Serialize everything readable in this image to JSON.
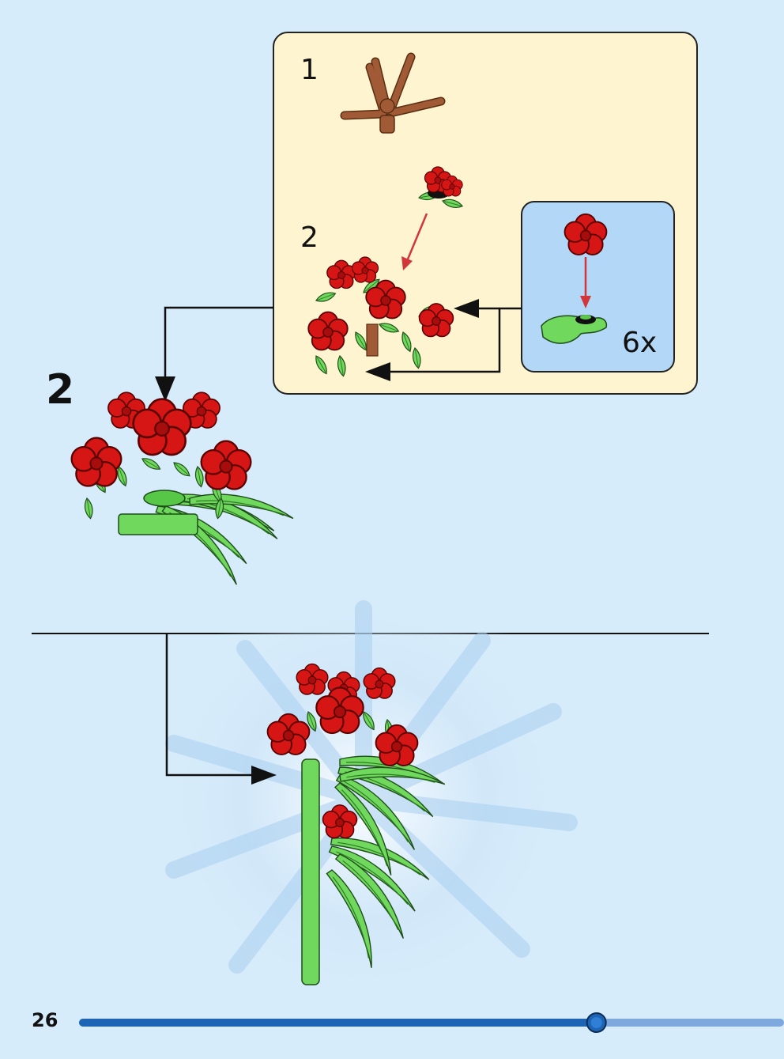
{
  "substeps": {
    "step_a": "1",
    "step_b": "2",
    "multiplier": "6x"
  },
  "main_step": {
    "number": "2"
  },
  "footer": {
    "page_number": "26",
    "progress": 0.734
  },
  "colors": {
    "background": "#d7ecfb",
    "callout": "#fef4cf",
    "subcallout": "#b3d7f6",
    "flower_red": "#d61515",
    "leaf_green": "#6fd85d",
    "stem_brown": "#a05a36",
    "progress_track": "#7fa8de",
    "progress_fill": "#1d64b5"
  }
}
